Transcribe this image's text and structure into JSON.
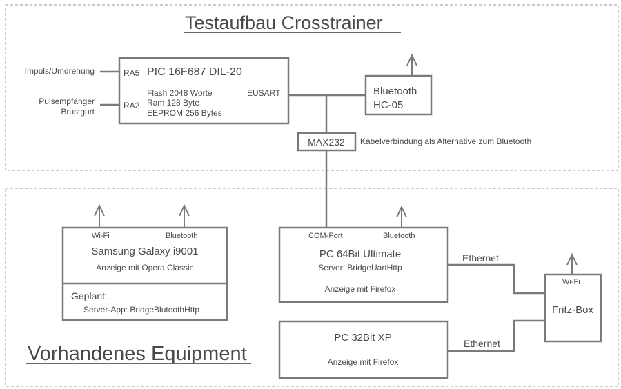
{
  "sections": {
    "top_title": "Testaufbau Crosstrainer",
    "bottom_title": "Vorhandenes Equipment"
  },
  "inputs": {
    "impulse": "Impuls/Umdrehung",
    "pulse_line1": "Pulsempfänger",
    "pulse_line2": "Brustgurt"
  },
  "pic": {
    "title": "PIC 16F687 DIL-20",
    "pin_ra5": "RA5",
    "pin_ra2": "RA2",
    "spec1": "Flash 2048 Worte",
    "spec2": "Ram 128 Byte",
    "spec3": "EEPROM 256 Bytes",
    "eusart": "EUSART"
  },
  "bluetooth_module": {
    "line1": "Bluetooth",
    "line2": "HC-05"
  },
  "max232": {
    "label": "MAX232",
    "note": "Kabelverbindung als Alternative zum Bluetooth"
  },
  "samsung": {
    "wifi": "Wi-Fi",
    "bluetooth": "Bluetooth",
    "title": "Samsung Galaxy i9001",
    "subtitle": "Anzeige mit Opera Classic",
    "planned": "Geplant:",
    "planned_app": "Server-App: BridgeBlutoothHttp"
  },
  "pc64": {
    "com_port": "COM-Port",
    "bluetooth": "Bluetooth",
    "title": "PC 64Bit Ultimate",
    "server": "Server: BridgeUartHttp",
    "display": "Anzeige mit Firefox"
  },
  "pc32": {
    "title": "PC 32Bit XP",
    "display": "Anzeige mit Firefox"
  },
  "fritz": {
    "wifi": "Wi-Fi",
    "title": "Fritz-Box"
  },
  "links": {
    "ethernet1": "Ethernet",
    "ethernet2": "Ethernet"
  }
}
